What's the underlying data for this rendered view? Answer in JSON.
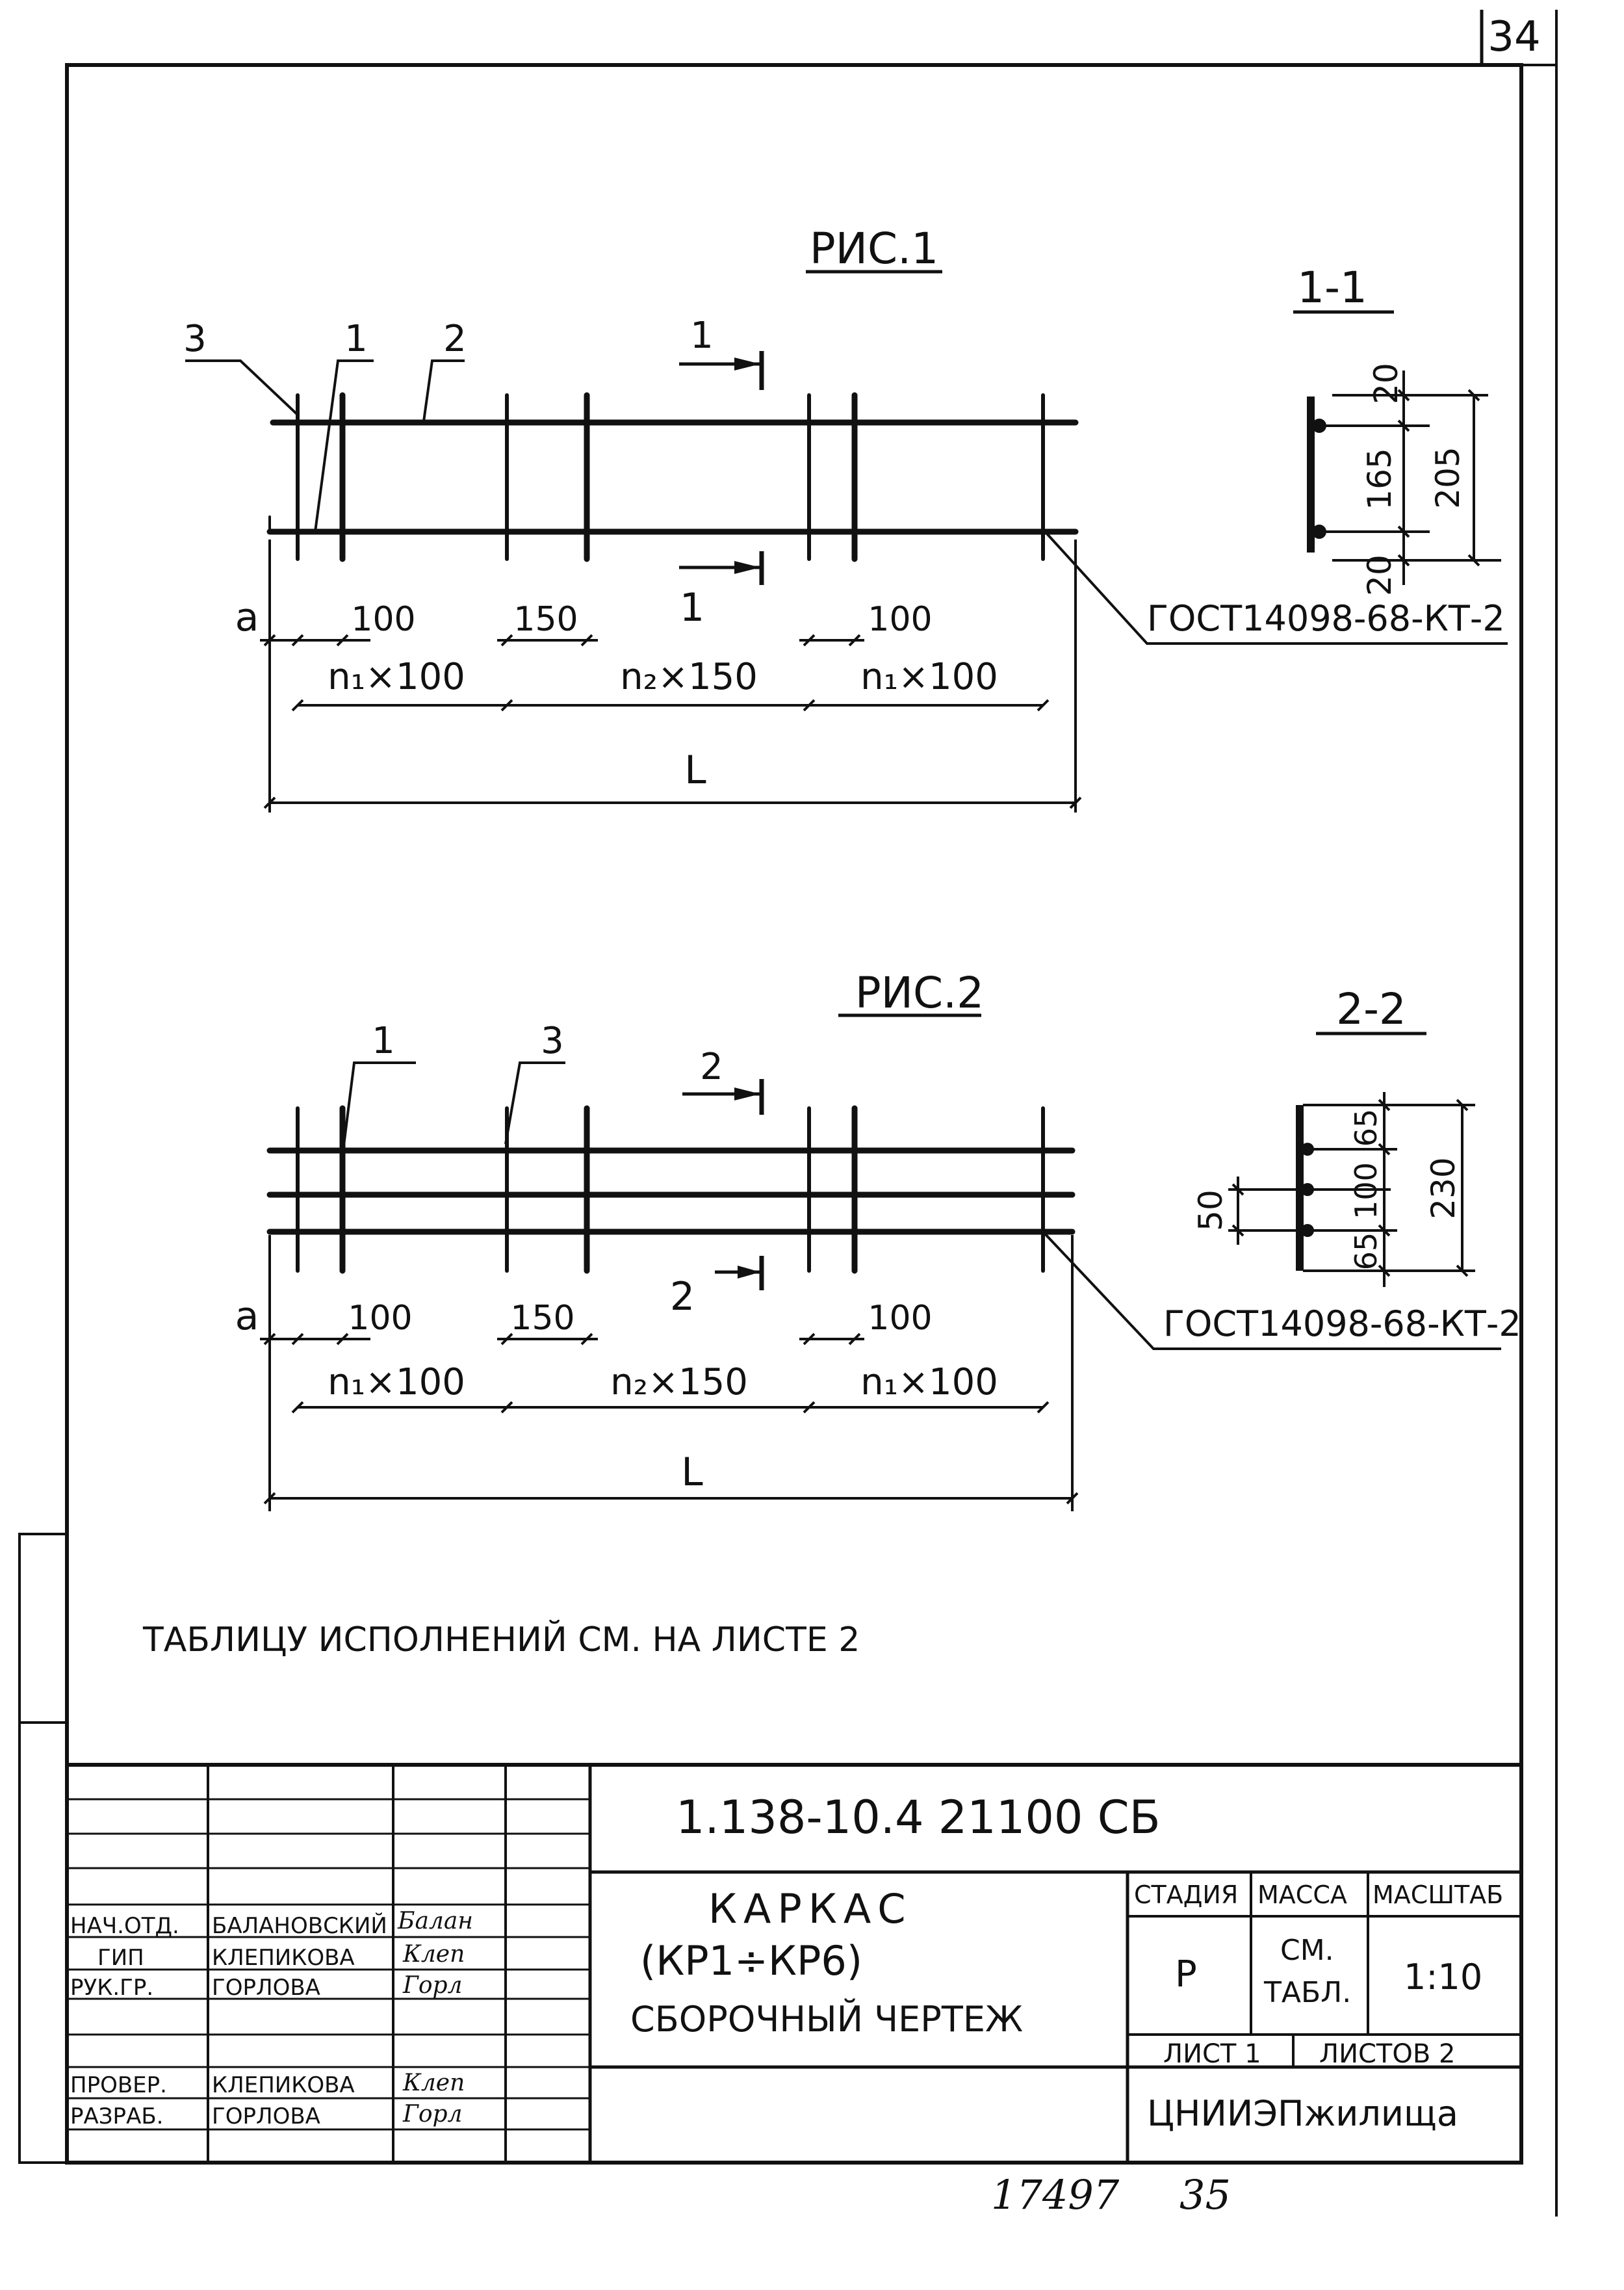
{
  "sheet_corner_number": "34",
  "figure1": {
    "title": "РИС.1",
    "callouts": [
      "3",
      "1",
      "2"
    ],
    "section_mark": "1",
    "dims": {
      "a": "a",
      "d100_left": "100",
      "d150": "150",
      "d100_right": "100",
      "n1x100_left": "n₁×100",
      "n2x150": "n₂×150",
      "n1x100_right": "n₁×100",
      "L": "L"
    },
    "gost": "ГОСТ14098-68-КТ-2"
  },
  "section1": {
    "title": "1-1",
    "dims": [
      "20",
      "165",
      "20",
      "205"
    ]
  },
  "figure2": {
    "title": "РИС.2",
    "callouts": [
      "1",
      "3"
    ],
    "section_mark": "2",
    "dims": {
      "a": "a",
      "d100_left": "100",
      "d150": "150",
      "d100_right": "100",
      "n1x100_left": "n₁×100",
      "n2x150": "n₂×150",
      "n1x100_right": "n₁×100",
      "L": "L"
    },
    "gost": "ГОСТ14098-68-КТ-2"
  },
  "section2": {
    "title": "2-2",
    "dims": [
      "65",
      "100",
      "65",
      "230",
      "50"
    ]
  },
  "note": "ТАБЛИЦУ ИСПОЛНЕНИЙ СМ. НА ЛИСТЕ 2",
  "title_block": {
    "doc_code": "1.138-10.4  21100  СБ",
    "name_line1": "КАРКАС",
    "name_line2": "(КР1÷КР6)",
    "name_line3": "СБОРОЧНЫЙ ЧЕРТЕЖ",
    "headers": {
      "stage": "СТАДИЯ",
      "mass": "МАССА",
      "scale": "МАСШТАБ"
    },
    "stage": "Р",
    "mass_line1": "СМ.",
    "mass_line2": "ТАБЛ.",
    "scale": "1:10",
    "sheet": "ЛИСТ 1",
    "sheets": "ЛИСТОВ 2",
    "org": "ЦНИИЭПжилища",
    "people": [
      {
        "role": "НАЧ.ОТД.",
        "name": "БАЛАНОВСКИЙ",
        "sign": "Балан"
      },
      {
        "role": "ГИП",
        "name": "КЛЕПИКОВА",
        "sign": "Клеп"
      },
      {
        "role": "РУК.ГР.",
        "name": "ГОРЛОВА",
        "sign": "Горл"
      },
      {
        "role": "ПРОВЕР.",
        "name": "КЛЕПИКОВА",
        "sign": "Клеп"
      },
      {
        "role": "РАЗРАБ.",
        "name": "ГОРЛОВА",
        "sign": "Горл"
      }
    ]
  },
  "footer": {
    "inventory_number": "17497",
    "page": "35"
  }
}
